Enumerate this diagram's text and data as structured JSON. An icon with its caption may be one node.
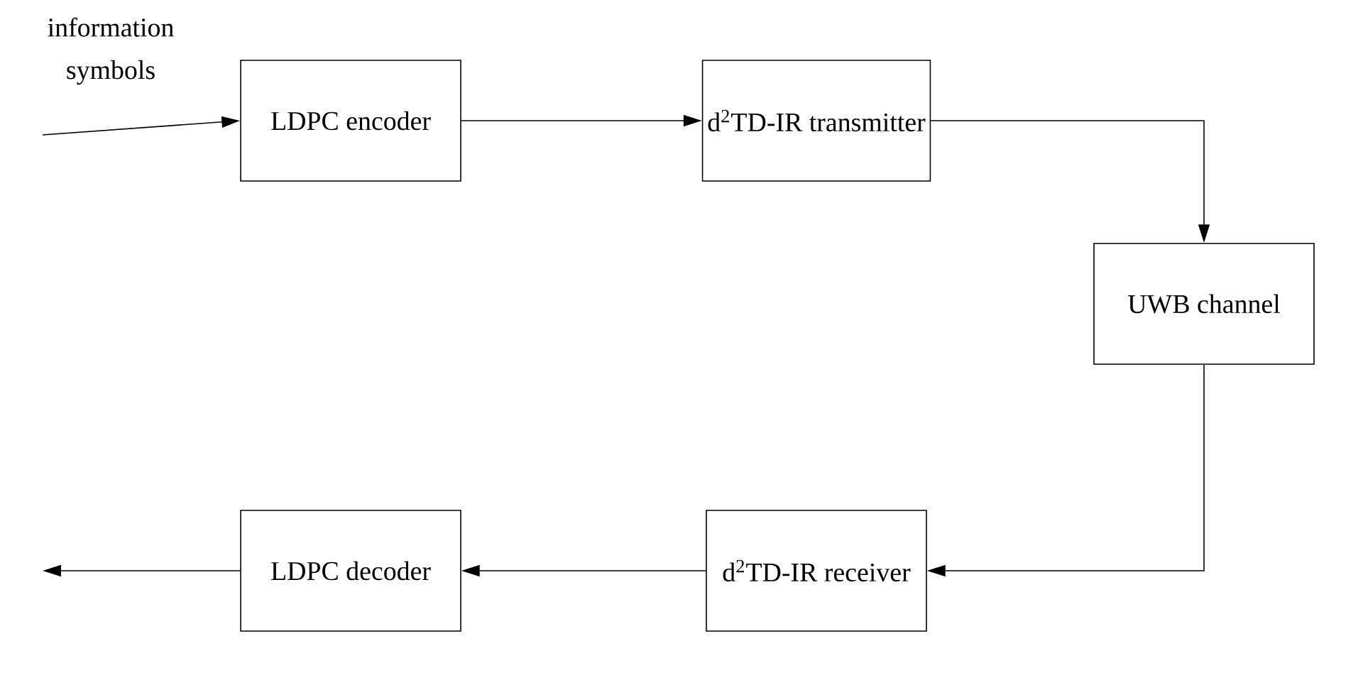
{
  "diagram": {
    "nodes": [
      {
        "text": [
          "LDPC encoder"
        ]
      },
      {
        "text": [
          "d$^{2}$TD-IR transmitter"
        ]
      },
      {
        "text": [
          "UWB channel"
        ]
      },
      {
        "text": [
          "d$^{2}$TD-IR receiver"
        ]
      },
      {
        "text": [
          "LDPC decoder"
        ]
      }
    ],
    "edges": [
      {
        "from": null,
        "to": 0,
        "arrow": "to",
        "label": "information symbols"
      },
      {
        "from": 0,
        "to": 1,
        "arrow": "to"
      },
      {
        "from": 1,
        "to": 2,
        "arrow": "to"
      },
      {
        "from": 2,
        "to": 3,
        "arrow": "to"
      },
      {
        "from": 3,
        "to": 4,
        "arrow": "to"
      },
      {
        "from": 4,
        "to": null,
        "arrow": "to"
      }
    ]
  }
}
